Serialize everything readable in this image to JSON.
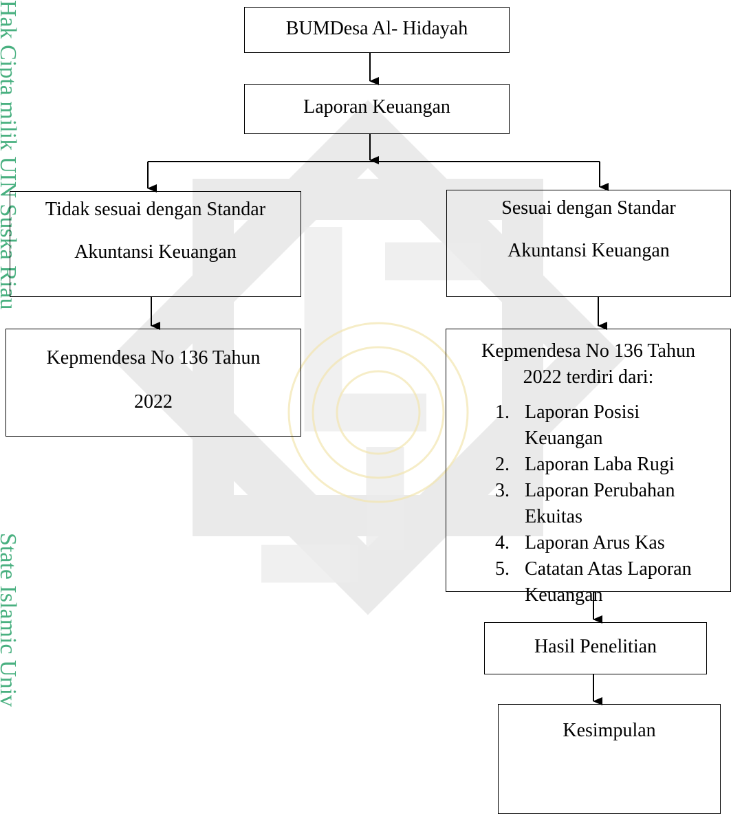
{
  "watermark": {
    "side_text_top": "Hak Cipta milik UIN Suska Riau",
    "side_text_bottom": "State Islamic Univ",
    "color": "#2aa36a"
  },
  "flowchart": {
    "top": "BUMDesa Al- Hidayah",
    "report": "Laporan Keuangan",
    "left_branch": {
      "line1": "Tidak sesuai dengan Standar",
      "line2": "Akuntansi Keuangan"
    },
    "right_branch": {
      "line1": "Sesuai dengan Standar",
      "line2": "Akuntansi Keuangan"
    },
    "left_reg": {
      "line1": "Kepmendesa No 136 Tahun",
      "line2": "2022"
    },
    "right_reg": {
      "head1": "Kepmendesa No 136 Tahun",
      "head2": "2022 terdiri dari:",
      "items": [
        {
          "num": "1.",
          "line1": "Laporan Posisi",
          "line2": "Keuangan"
        },
        {
          "num": "2.",
          "line1": "Laporan Laba Rugi",
          "line2": ""
        },
        {
          "num": "3.",
          "line1": "Laporan Perubahan",
          "line2": "Ekuitas"
        },
        {
          "num": "4.",
          "line1": "Laporan Arus Kas",
          "line2": ""
        },
        {
          "num": "5.",
          "line1": "Catatan Atas Laporan",
          "line2": "Keuangan"
        }
      ]
    },
    "result": "Hasil Penelitian",
    "conclusion": "Kesimpulan"
  }
}
